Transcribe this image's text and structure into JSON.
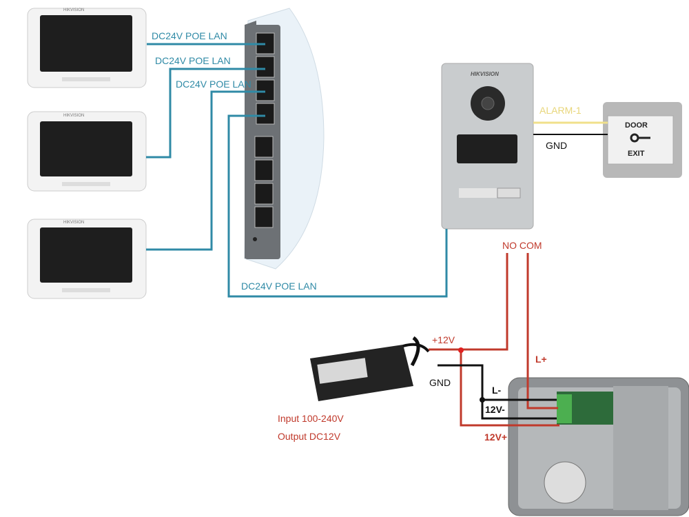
{
  "labels": {
    "poe_lan_1": "DC24V POE LAN",
    "poe_lan_2": "DC24V POE LAN",
    "poe_lan_3": "DC24V POE LAN",
    "poe_lan_4": "DC24V POE LAN",
    "alarm": "ALARM-1",
    "gnd_button": "GND",
    "no_com": "NO COM",
    "plus12v": "+12V",
    "gnd_psu": "GND",
    "l_plus": "L+",
    "l_minus": "L-",
    "v12_minus": "12V-",
    "v12_plus": "12V+",
    "psu_input": "Input 100-240V",
    "psu_output": "Output DC12V"
  },
  "devices": {
    "monitor_brand": "HIKVISION",
    "door_station_brand": "HIKVISION",
    "exit_button_top": "DOOR",
    "exit_button_bottom": "EXIT"
  },
  "colors": {
    "poe_wire": "#2f8aa6",
    "power_wire": "#c0392b",
    "ground_wire": "#111111",
    "alarm_wire": "#f0e08a"
  }
}
